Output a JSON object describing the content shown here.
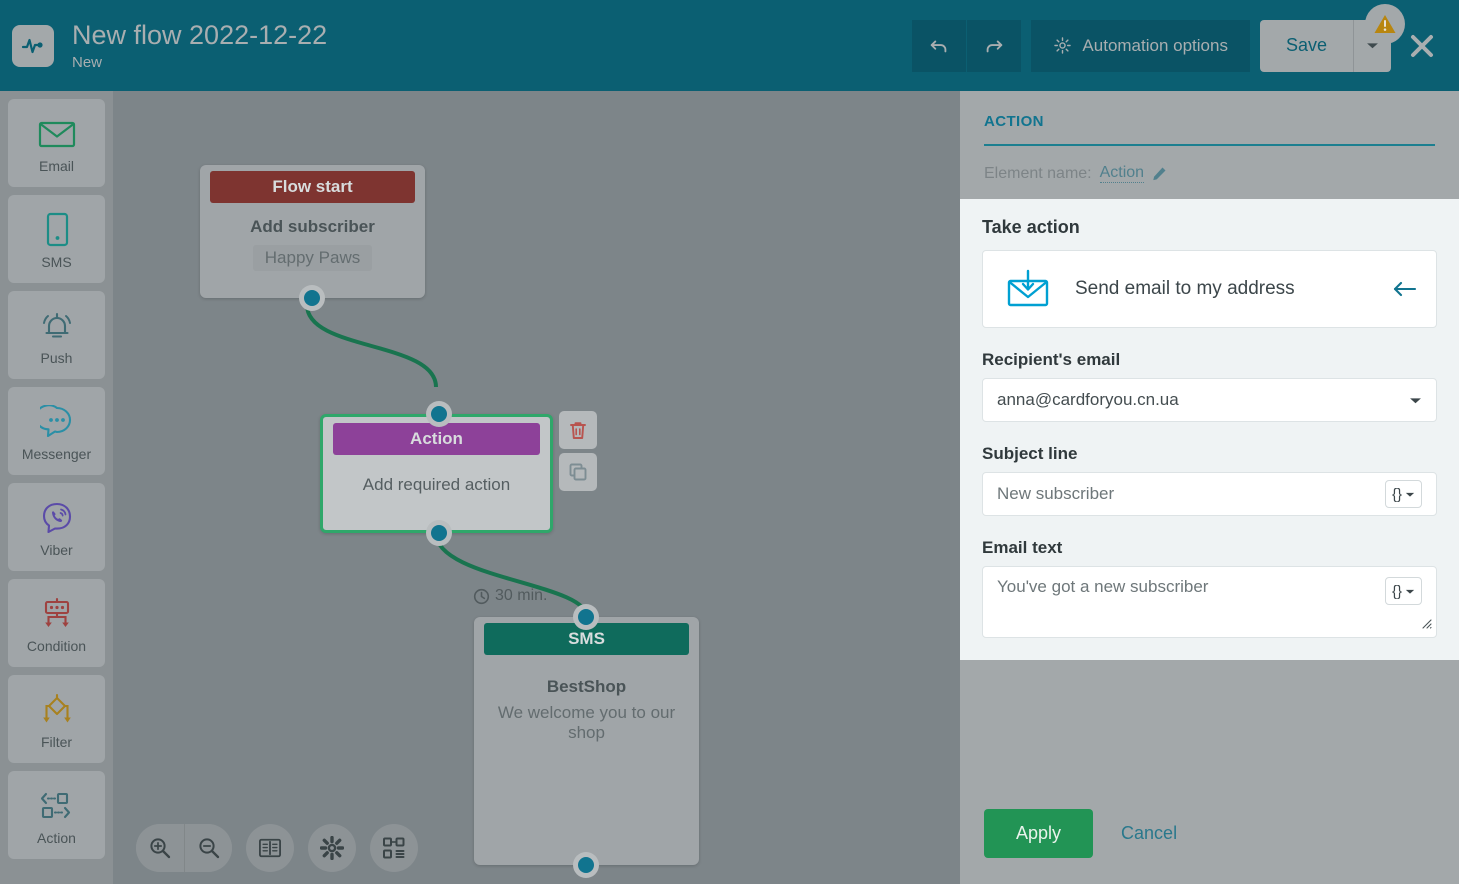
{
  "header": {
    "logo_icon": "pulse-logo-icon",
    "title": "New flow 2022-12-22",
    "subtitle": "New",
    "undo_icon": "undo-icon",
    "redo_icon": "redo-icon",
    "automation_label": "Automation options",
    "automation_icon": "gear-icon",
    "save_label": "Save",
    "save_caret_icon": "chevron-down-icon",
    "warning_icon": "warning-triangle-icon",
    "close_icon": "close-icon",
    "bg_color": "#0b5f72"
  },
  "sidebar": {
    "items": [
      {
        "label": "Email",
        "icon": "envelope-icon",
        "color": "#1f8a5c"
      },
      {
        "label": "SMS",
        "icon": "mobile-phone-icon",
        "color": "#1c8d86"
      },
      {
        "label": "Push",
        "icon": "bell-icon",
        "color": "#3f6b74"
      },
      {
        "label": "Messenger",
        "icon": "chat-bubble-icon",
        "color": "#2a8fa6"
      },
      {
        "label": "Viber",
        "icon": "viber-icon",
        "color": "#5b4ba8"
      },
      {
        "label": "Condition",
        "icon": "condition-icon",
        "color": "#9e4240"
      },
      {
        "label": "Filter",
        "icon": "filter-diamond-icon",
        "color": "#a8811f"
      },
      {
        "label": "Action",
        "icon": "action-arrows-icon",
        "color": "#3f6b74"
      }
    ]
  },
  "canvas": {
    "nodes": [
      {
        "id": "flow-start",
        "header": "Flow start",
        "header_color": "#7e3430",
        "main": "Add subscriber",
        "chip": "Happy Paws",
        "selected": false
      },
      {
        "id": "action",
        "header": "Action",
        "header_color": "#8d4199",
        "main": "Add required action",
        "selected": true,
        "tools": [
          {
            "name": "delete-node-button",
            "icon": "trash-icon",
            "color": "#b8544f"
          },
          {
            "name": "duplicate-node-button",
            "icon": "copy-icon",
            "color": "#7d8d93"
          }
        ]
      },
      {
        "id": "sms",
        "header": "SMS",
        "header_color": "#0f6b5c",
        "main": "BestShop",
        "sub": "We welcome you to our shop",
        "selected": false
      }
    ],
    "delay_label": "30 min.",
    "delay_icon": "clock-icon",
    "connector_color": "#19744f",
    "toolbar": [
      {
        "name": "zoom-in-button",
        "icon": "zoom-in-icon"
      },
      {
        "name": "zoom-out-button",
        "icon": "zoom-out-icon"
      },
      {
        "name": "documentation-button",
        "icon": "book-icon"
      },
      {
        "name": "settings-button",
        "icon": "gear-icon"
      },
      {
        "name": "layout-button",
        "icon": "sitemap-icon"
      }
    ]
  },
  "panel": {
    "tab_label": "ACTION",
    "accent_color": "#11748f",
    "element_name_label": "Element name:",
    "element_name_value": "Action",
    "edit_icon": "pencil-icon",
    "card_title": "Take action",
    "action_select": {
      "label": "Send email to my address",
      "icon": "email-download-icon",
      "arrow_icon": "arrow-left-icon"
    },
    "fields": [
      {
        "label": "Recipient's email",
        "value": "anna@cardforyou.cn.ua",
        "type": "select",
        "control_icon": "caret-down-icon"
      },
      {
        "label": "Subject line",
        "value": "New subscriber",
        "type": "input",
        "is_placeholder": true,
        "control_icon": "braces-dropdown-icon",
        "control_label": "{}"
      },
      {
        "label": "Email text",
        "value": "You've got a new subscriber",
        "type": "textarea",
        "is_placeholder": true,
        "control_icon": "braces-dropdown-icon",
        "control_label": "{}",
        "resize_icon": "resize-grip-icon"
      }
    ],
    "apply_label": "Apply",
    "cancel_label": "Cancel",
    "apply_color": "#229455"
  }
}
